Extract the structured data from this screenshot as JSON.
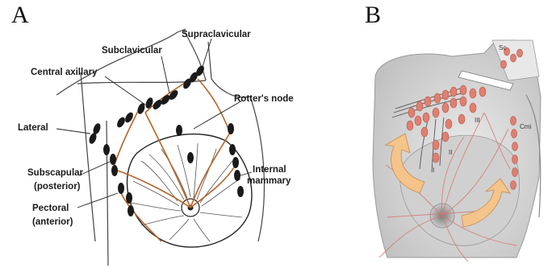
{
  "panels": {
    "a": {
      "letter": "A",
      "labels": {
        "supraclavicular": "Supraclavicular",
        "subclavicular": "Subclavicular",
        "central_axillary": "Central axillary",
        "rotters_node": "Rotter's node",
        "lateral": "Lateral",
        "subscapular_1": "Subscapular",
        "subscapular_2": "(posterior)",
        "internal_1": "Internal",
        "internal_2": "mammary",
        "pectoral_1": "Pectoral",
        "pectoral_2": "(anterior)"
      }
    },
    "b": {
      "letter": "B",
      "labels": {
        "sc": "Sc",
        "cmi": "Cmi",
        "level_iii": "III",
        "level_ii": "II",
        "level_i": "I"
      }
    }
  },
  "colors": {
    "node_dark": "#1a1a1a",
    "vessel": "#b5652a",
    "node_pink": "#e07f70",
    "skin": "#d6d6d6",
    "arrow": "#f4c48a"
  }
}
